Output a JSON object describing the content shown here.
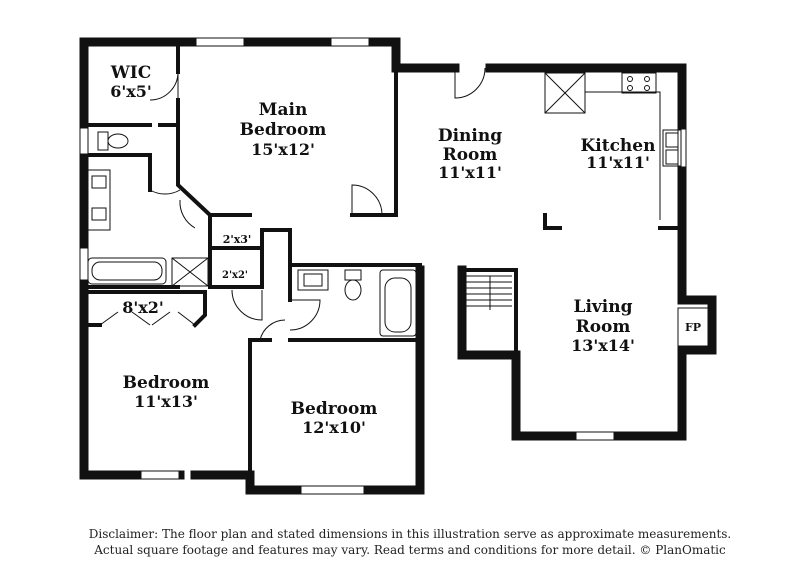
{
  "rooms": {
    "wic": {
      "name": "WIC",
      "dim": "6'x5'"
    },
    "main_bedroom": {
      "name_line1": "Main",
      "name_line2": "Bedroom",
      "dim": "15'x12'"
    },
    "dining": {
      "name_line1": "Dining",
      "name_line2": "Room",
      "dim": "11'x11'"
    },
    "kitchen": {
      "name": "Kitchen",
      "dim": "11'x11'"
    },
    "closet_a": {
      "dim": "2'x3'"
    },
    "closet_b": {
      "dim": "2'x2'"
    },
    "hall_closet": {
      "dim": "8'x2'"
    },
    "living": {
      "name_line1": "Living",
      "name_line2": "Room",
      "dim": "13'x14'"
    },
    "fireplace": {
      "label": "FP"
    },
    "bedroom_left": {
      "name": "Bedroom",
      "dim": "11'x13'"
    },
    "bedroom_mid": {
      "name": "Bedroom",
      "dim": "12'x10'"
    }
  },
  "disclaimer": {
    "line1": "Disclaimer: The floor plan and stated dimensions in this illustration serve as approximate measurements.",
    "line2": "Actual square footage and features may vary. Read terms and conditions for more detail. © PlanOmatic"
  }
}
